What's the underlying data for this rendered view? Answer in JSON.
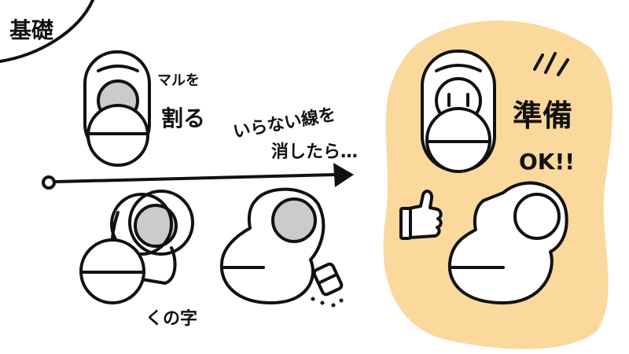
{
  "title": "基礎",
  "step1": {
    "line1": "マルを",
    "line2": "割る"
  },
  "step2": {
    "line1": "いらない線を",
    "line2": "消したら…"
  },
  "step3": {
    "label": "くの字"
  },
  "result": {
    "line1": "準備",
    "line2": "OK!!"
  },
  "colors": {
    "highlight": "#fbd89c",
    "ink": "#111111",
    "fill_gray": "#cbcbcb"
  }
}
